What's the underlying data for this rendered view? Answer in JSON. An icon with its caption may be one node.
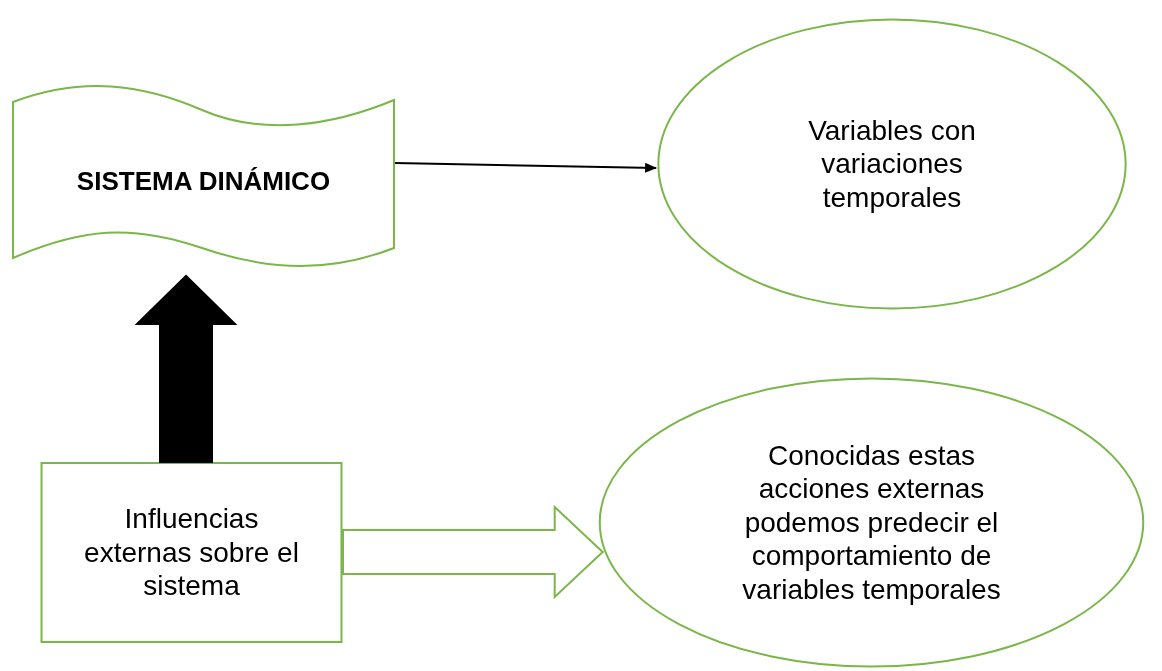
{
  "diagram": {
    "nodes": [
      {
        "text": [
          "SISTEMA DINÁMICO"
        ]
      },
      {
        "text": [
          "Variables con variaciones temporales"
        ]
      },
      {
        "text": [
          "Influencias externas sobre el sistema"
        ]
      },
      {
        "text": [
          "Conocidas estas acciones externas podemos predecir el comportamiento de variables temporales"
        ]
      }
    ],
    "edges": [
      {
        "from": 0,
        "to": 1,
        "arrow": "to"
      },
      {
        "from": 2,
        "to": 0,
        "arrow": "to",
        "style": "thick"
      },
      {
        "from": 2,
        "to": 3,
        "arrow": "to",
        "style": "thick",
        "color": "#7ab648"
      }
    ]
  }
}
